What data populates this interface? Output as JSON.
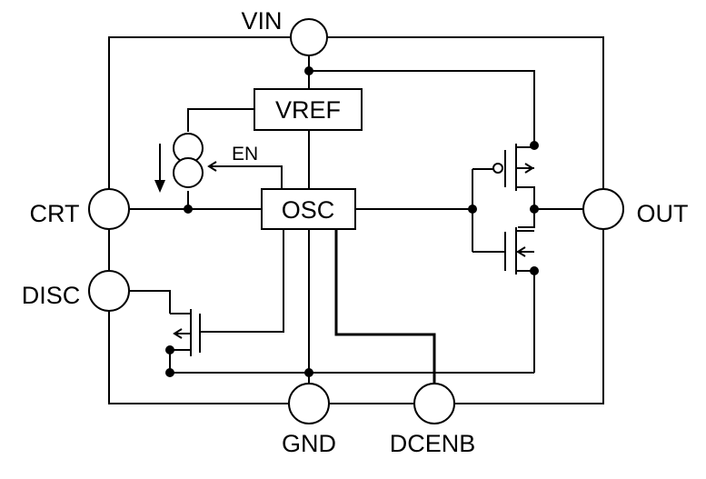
{
  "pins": {
    "vin": "VIN",
    "crt": "CRT",
    "disc": "DISC",
    "out": "OUT",
    "gnd": "GND",
    "dcenb": "DCENB"
  },
  "blocks": {
    "vref": "VREF",
    "osc": "OSC"
  },
  "signals": {
    "en": "EN"
  }
}
